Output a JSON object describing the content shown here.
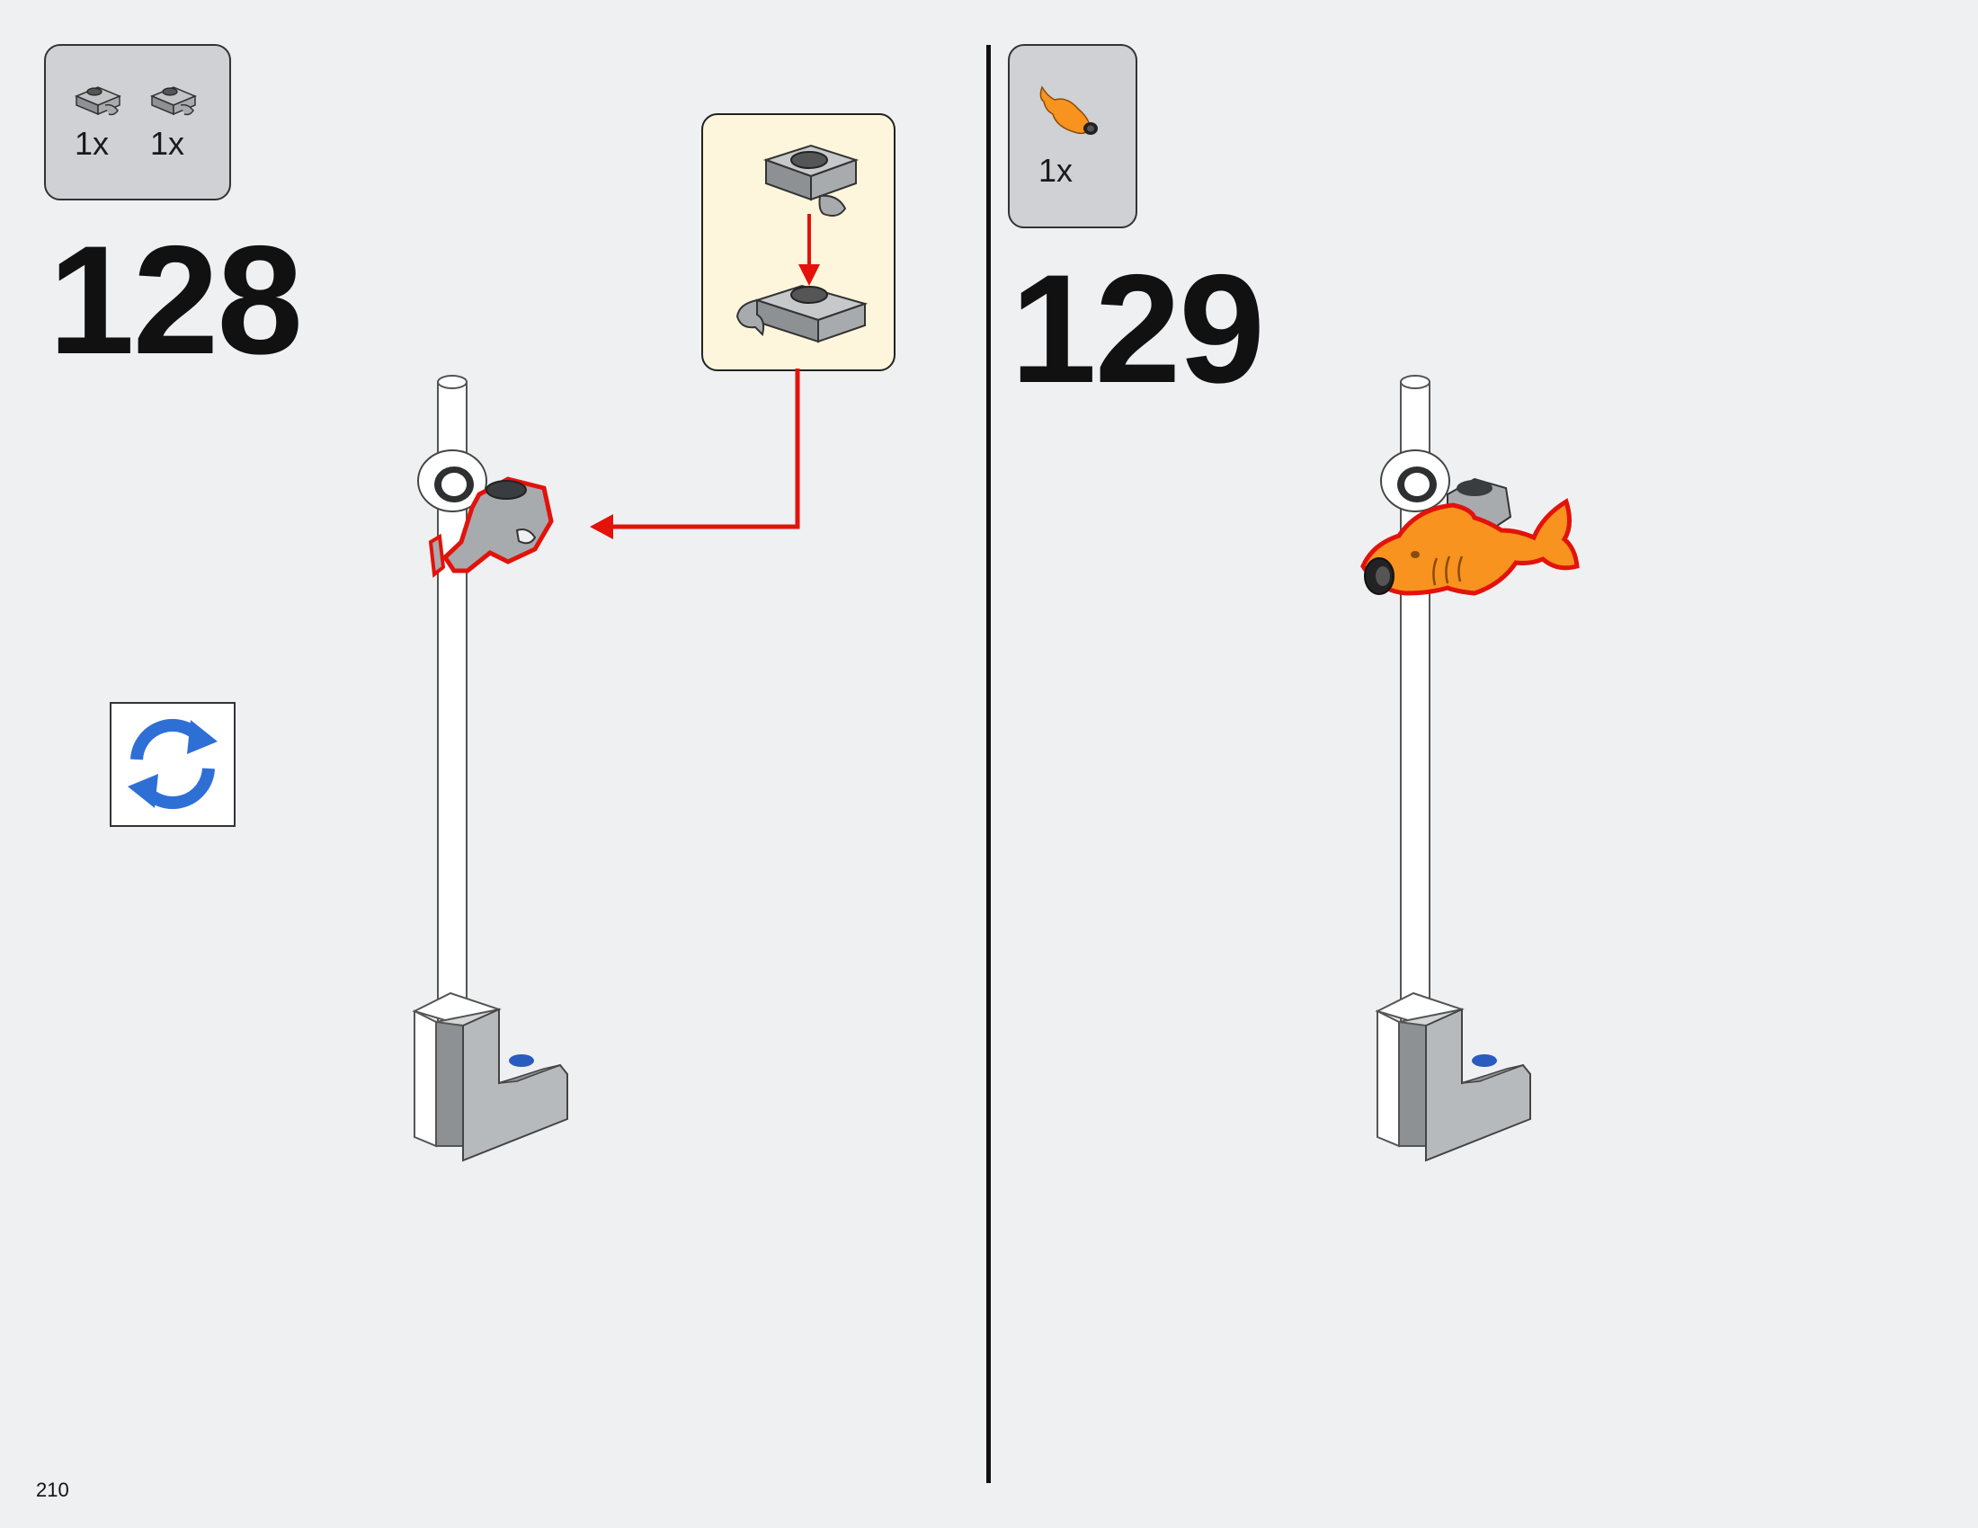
{
  "page": {
    "number": "210",
    "background": "#eff0f2"
  },
  "step128": {
    "number": "128",
    "parts": [
      {
        "icon": "plate-with-clip-icon",
        "quantity": "1x"
      },
      {
        "icon": "plate-with-clip-icon",
        "quantity": "1x"
      }
    ],
    "callout_icon": "submodel-plates-stack-icon",
    "rotate_icon": "rotate-model-icon",
    "highlight_color": "#e3120b"
  },
  "step129": {
    "number": "129",
    "parts": [
      {
        "icon": "fish-icon",
        "quantity": "1x"
      }
    ],
    "fish_color": "#f7931e"
  },
  "colors": {
    "part_gray": "#a5a8ab",
    "dark_gray": "#3a3d40",
    "rotate_blue": "#2e6fd6",
    "arrow_red": "#e3120b"
  }
}
